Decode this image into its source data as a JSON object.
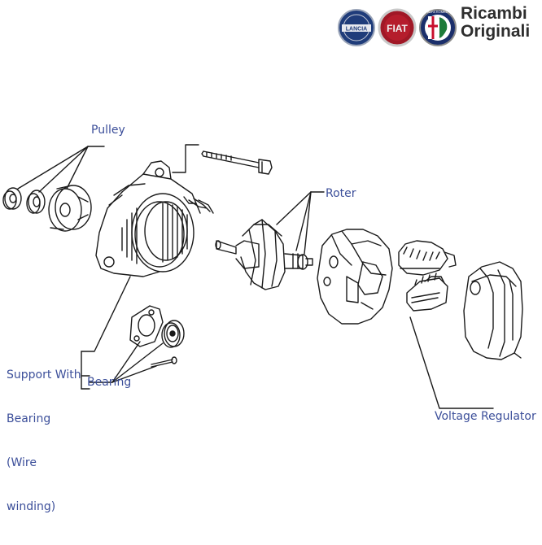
{
  "brand": {
    "logos": [
      {
        "name": "Lancia",
        "text": "LANCIA",
        "color": "#1f3c7a"
      },
      {
        "name": "Fiat",
        "text": "FIAT",
        "color": "#a01826"
      },
      {
        "name": "Alfa Romeo",
        "text": "ALFA ROMEO",
        "color": "#1b2f6b"
      }
    ],
    "line1": "Ricambi",
    "line2": "Originali"
  },
  "labels": {
    "pulley": "Pulley",
    "roter": "Roter",
    "support": [
      "Support With",
      "Bearing",
      "(Wire",
      "winding)"
    ],
    "bearing": "Bearing",
    "voltage_regulator": "Voltage Regulator"
  },
  "colors": {
    "label": "#3c4f9a",
    "line_art": "#1a1a1a"
  }
}
